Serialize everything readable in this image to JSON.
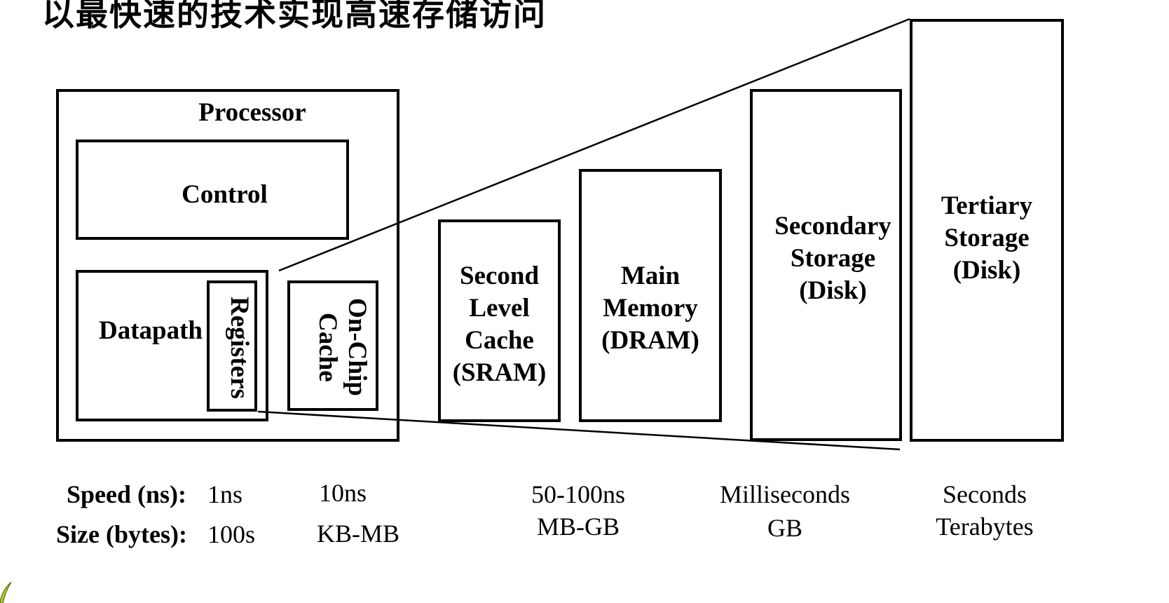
{
  "title": "以最快速的技术实现高速存储访问",
  "processor": {
    "label": "Processor",
    "control": "Control",
    "datapath": "Datapath",
    "registers": "Registers",
    "onchip_cache": "On-Chip\nCache"
  },
  "levels": {
    "l2": "Second\nLevel\nCache\n(SRAM)",
    "main": "Main\nMemory\n(DRAM)",
    "secondary": "Secondary\nStorage\n(Disk)",
    "tertiary": "Tertiary\nStorage\n(Disk)"
  },
  "metrics": {
    "speed_label": "Speed (ns):",
    "size_label": "Size (bytes):",
    "registers": {
      "speed": "1ns",
      "size": "100s"
    },
    "cache": {
      "speed": "10ns",
      "size": "KB-MB"
    },
    "main": {
      "speed": "50-100ns",
      "size": "MB-GB"
    },
    "secondary": {
      "speed": "Milliseconds",
      "size": "GB"
    },
    "tertiary": {
      "speed": "Seconds",
      "size": "Terabytes"
    }
  }
}
